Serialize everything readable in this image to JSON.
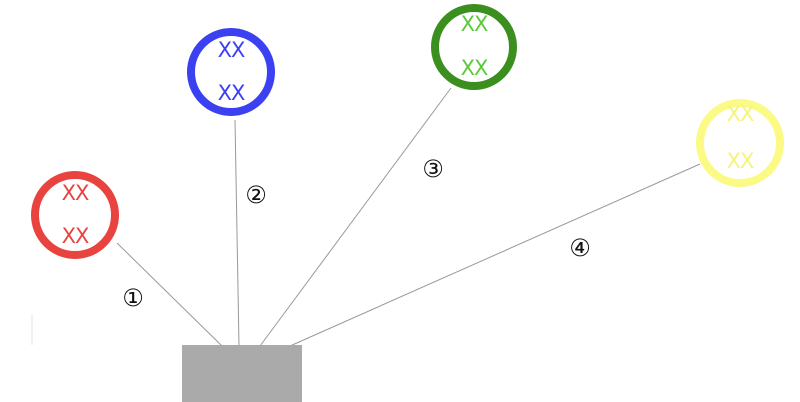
{
  "nodes": [
    {
      "id": "red",
      "label_top": "XX",
      "label_bottom": "XX",
      "ring_color": "#e8433f",
      "text_color": "#e8433f",
      "link_label": "①"
    },
    {
      "id": "blue",
      "label_top": "XX",
      "label_bottom": "XX",
      "ring_color": "#3b40f0",
      "text_color": "#3b40f0",
      "link_label": "②"
    },
    {
      "id": "green",
      "label_top": "XX",
      "label_bottom": "XX",
      "ring_color": "#3a8f1e",
      "text_color": "#5ac93a",
      "link_label": "③"
    },
    {
      "id": "yellow",
      "label_top": "XX",
      "label_bottom": "XX",
      "ring_color": "#fbfa85",
      "text_color": "#f6f37a",
      "link_label": "④"
    }
  ],
  "hub_color": "#aaaaaa"
}
